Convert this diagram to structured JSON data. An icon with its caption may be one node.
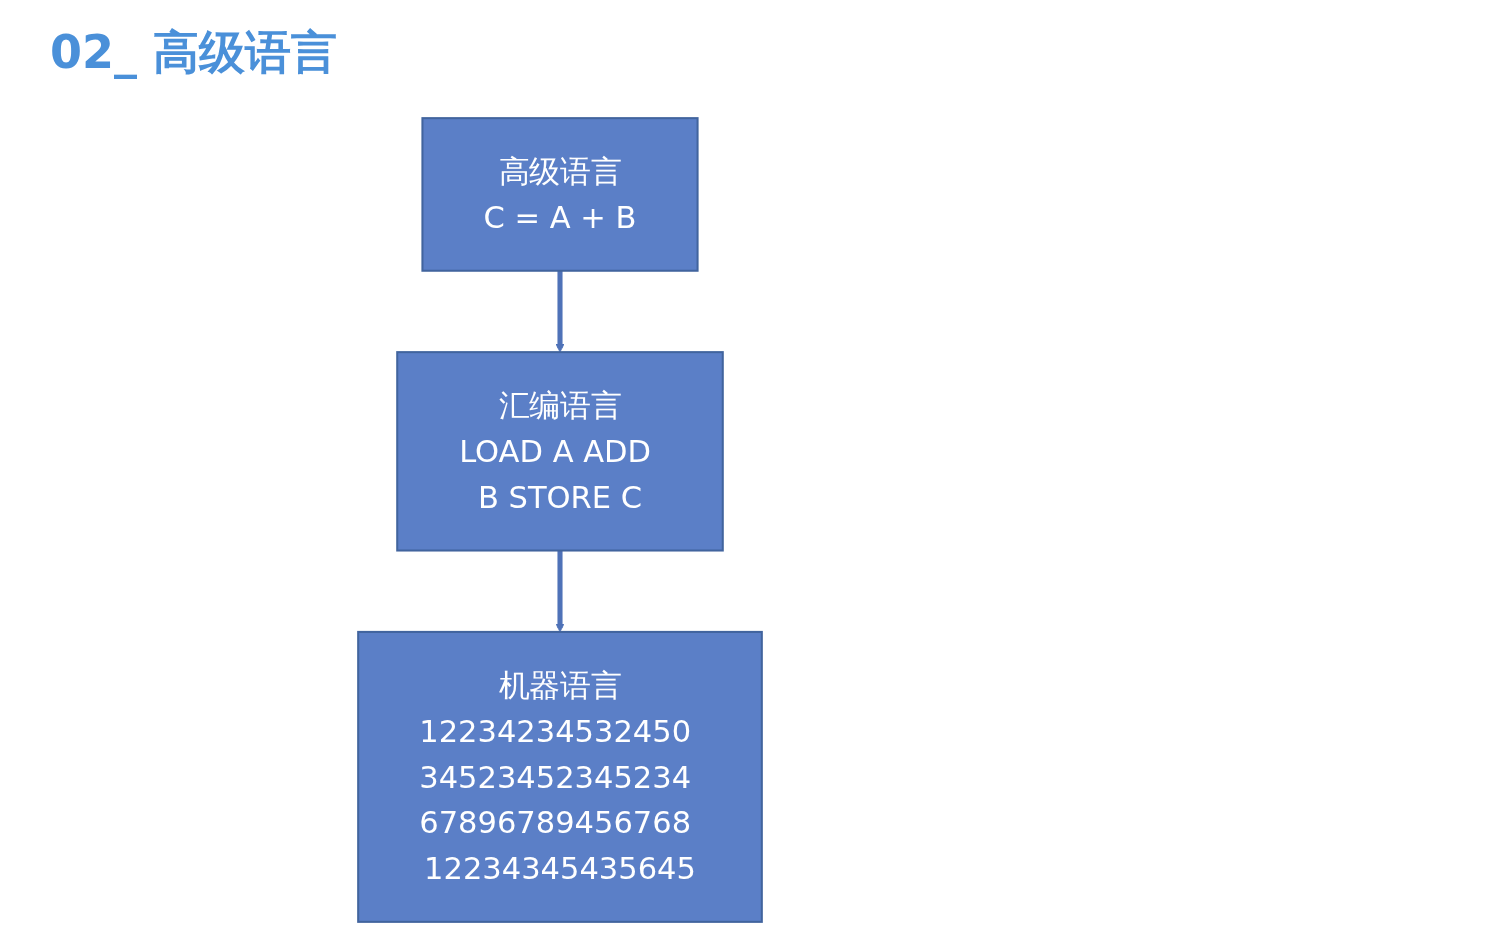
{
  "diagram": {
    "title": "02_ 高级语言",
    "nodes": [
      {
        "text": [
          "高级语言",
          "C = A + B"
        ]
      },
      {
        "text": [
          "汇编语言",
          "LOAD A ADD B STORE C"
        ]
      },
      {
        "text": [
          "机器语言",
          "12234234532450 34523452345234 67896789456768 12234345435645"
        ]
      }
    ],
    "edges": [
      {
        "from": 0,
        "to": 1,
        "arrow": "to"
      },
      {
        "from": 1,
        "to": 2,
        "arrow": "to"
      }
    ]
  }
}
